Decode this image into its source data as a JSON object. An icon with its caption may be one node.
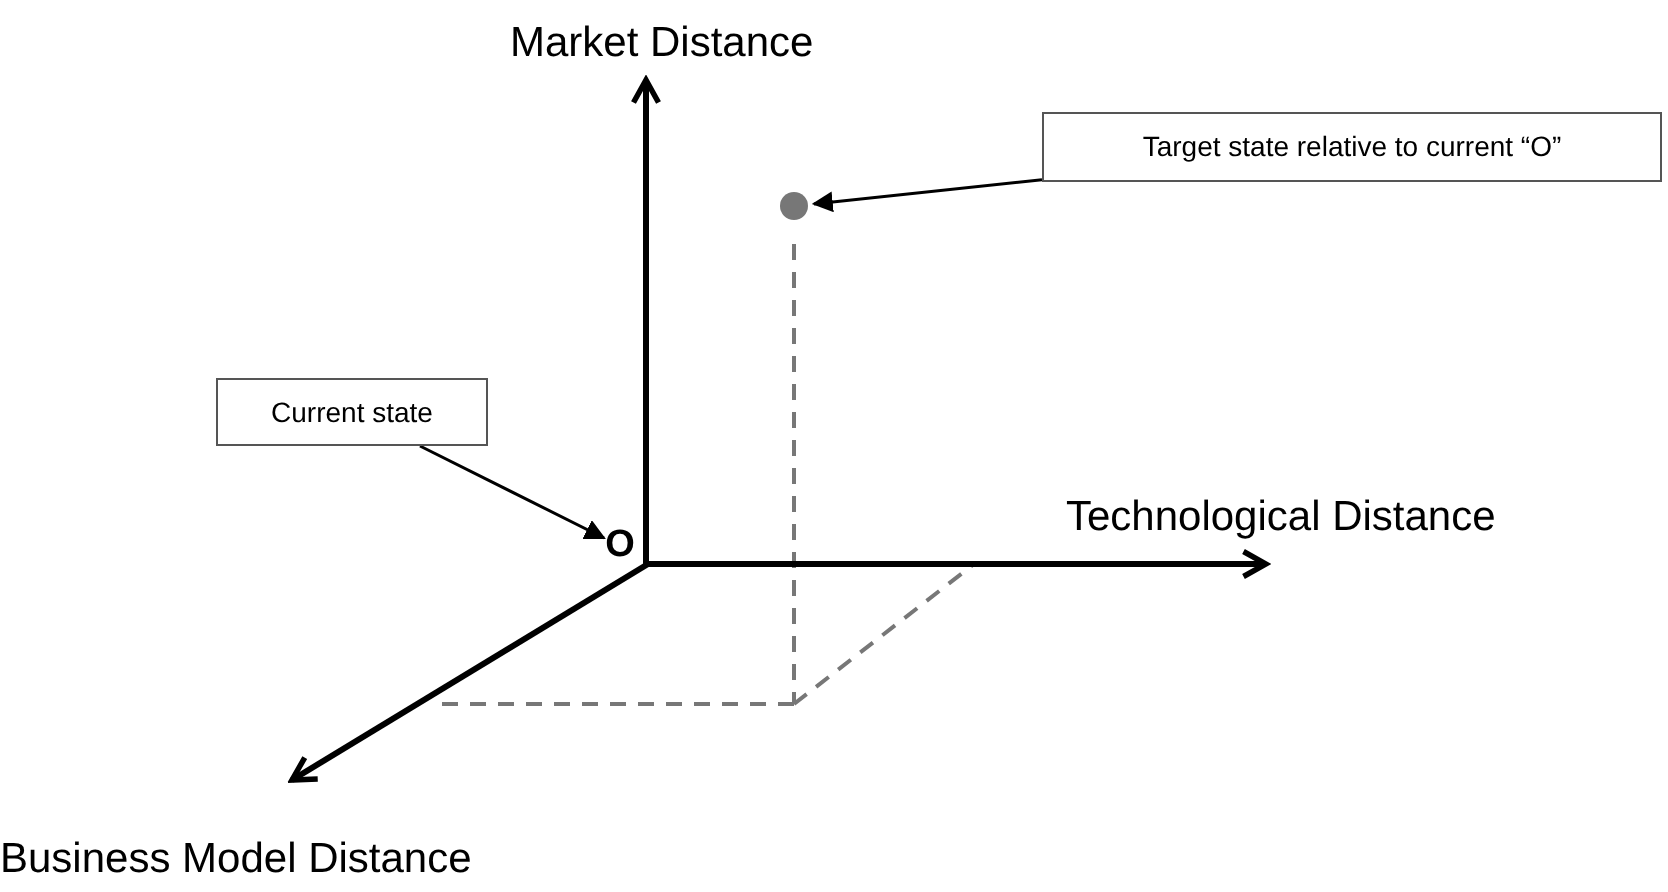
{
  "diagram": {
    "nodes": [
      {
        "text": [
          "Current state"
        ]
      },
      {
        "text": [
          "Target state relative to current “O”"
        ]
      },
      {
        "text": [],
        "shape": "circle"
      },
      {
        "text": [
          "O"
        ]
      }
    ],
    "edges": [
      {
        "from": 0,
        "to": 3,
        "arrow": "to"
      },
      {
        "from": 1,
        "to": 2,
        "arrow": "to"
      }
    ],
    "labels": [
      "Market Distance",
      "Technological Distance",
      "Business Model Distance"
    ]
  }
}
